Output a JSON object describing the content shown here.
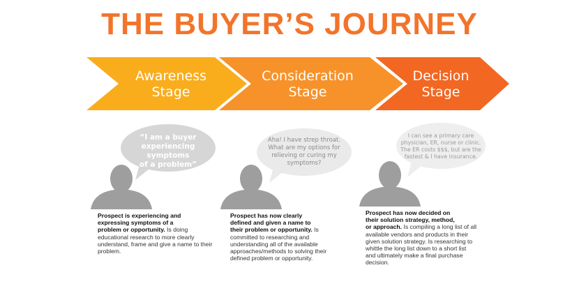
{
  "title": "THE BUYER’S JOURNEY",
  "colors": {
    "title": "#f2742a",
    "stage1": "#f9ad1d",
    "stage2": "#f7922a",
    "stage3": "#f26722",
    "bubble": "#d6d6d6",
    "person": "#9e9e9e"
  },
  "stages": [
    {
      "line1": "Awareness",
      "line2": "Stage",
      "bubble": [
        "“I am a buyer",
        "experiencing symptoms",
        "of a problem”"
      ],
      "desc_bold": [
        "Prospect is experiencing and",
        "expressing symptoms of a",
        "problem or opportunity."
      ],
      "desc_rest": " Is doing educational research to more clearly understand, frame and give a name to their problem."
    },
    {
      "line1": "Consideration",
      "line2": "Stage",
      "bubble": [
        "Aha! I have strep throat.",
        "What are my options for",
        "relieving or curing my",
        "symptoms?"
      ],
      "desc_bold": [
        "Prospect has now clearly",
        "defined and given a name to",
        "their problem or opportunity."
      ],
      "desc_rest": " Is committed to researching and understanding all of the available approaches/methods to solving their defined problem or opportunity."
    },
    {
      "line1": "Decision",
      "line2": "Stage",
      "bubble": [
        "I can see a primary care",
        "physician, ER, nurse or clinic.",
        "The ER costs $$$, but are the",
        "fastest & I have insurance."
      ],
      "desc_bold": [
        "Prospect has now decided on",
        "their solution strategy, method,",
        "or approach."
      ],
      "desc_rest": " Is compiling a long list of all available vendors and products in their given solution strategy. Is researching to whittle the long list down to a short list and ultimately make a final purchase decision."
    }
  ]
}
